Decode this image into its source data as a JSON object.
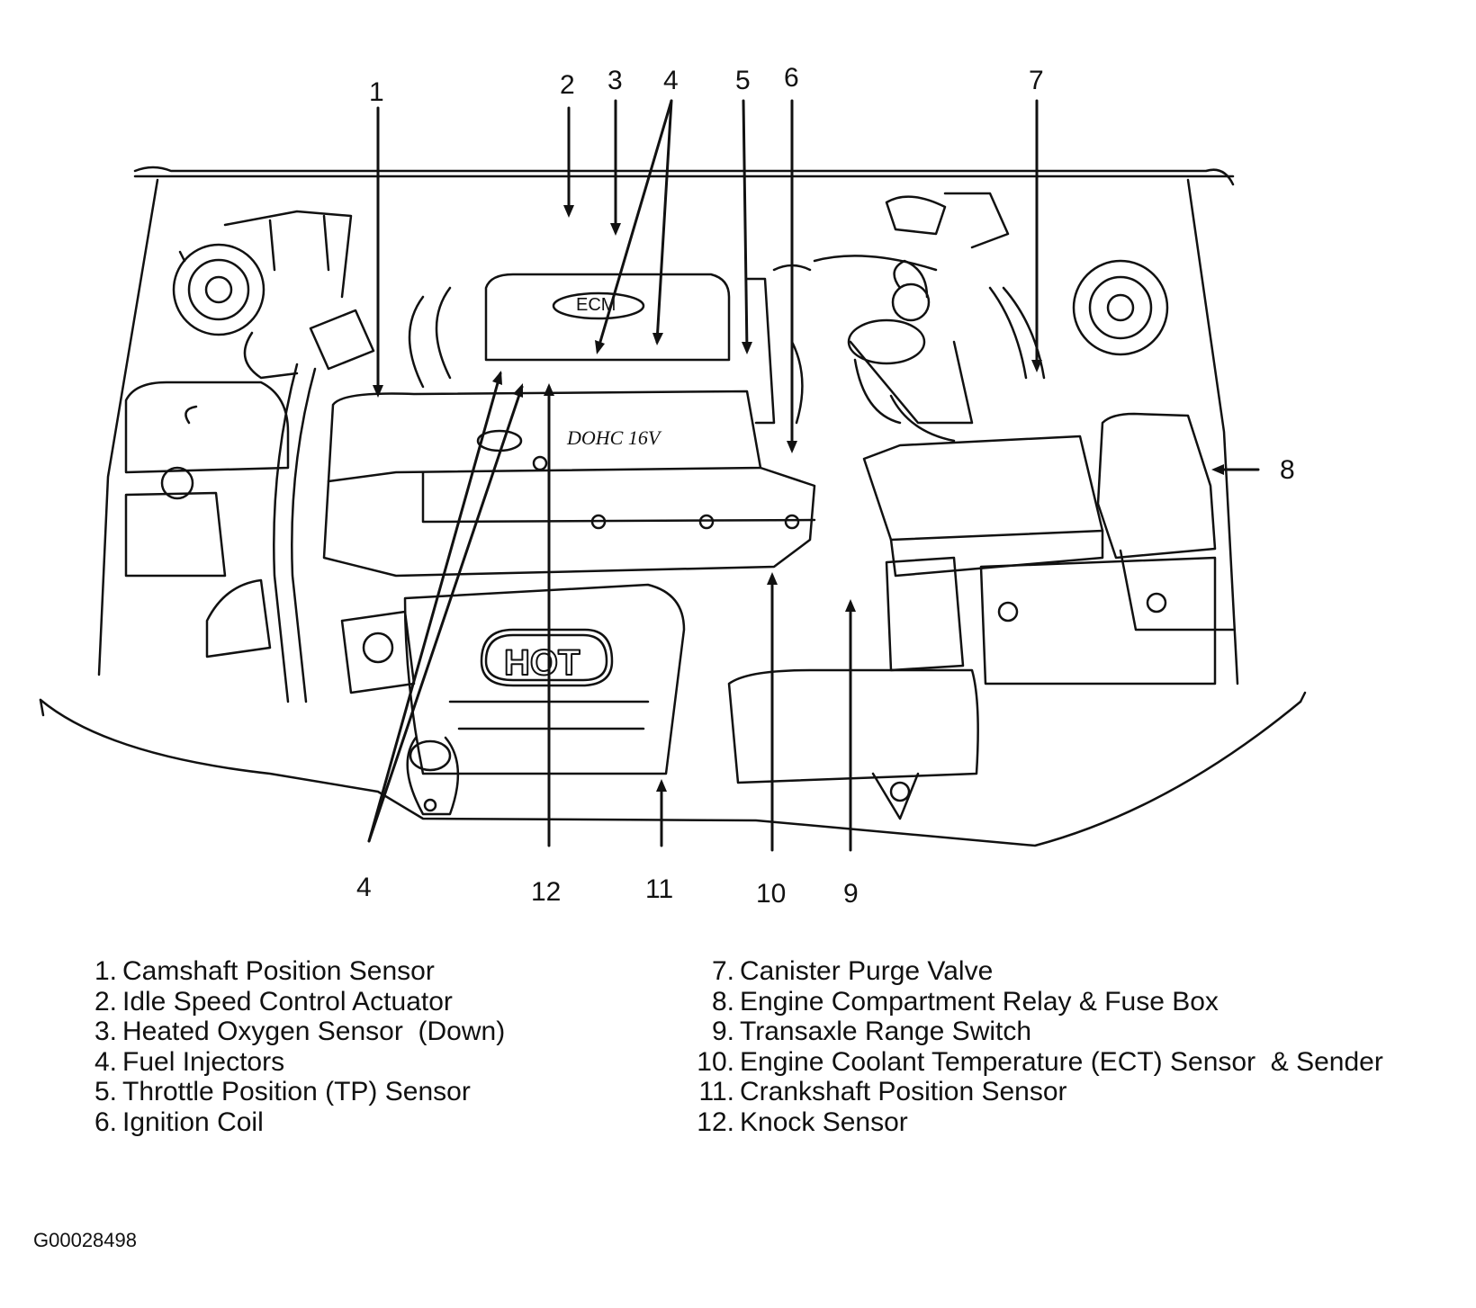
{
  "callouts": [
    "1",
    "2",
    "3",
    "4",
    "5",
    "6",
    "7",
    "8",
    "4",
    "12",
    "11",
    "10",
    "9"
  ],
  "legend_left": [
    {
      "num": "1.",
      "text": "Camshaft Position Sensor"
    },
    {
      "num": "2.",
      "text": "Idle Speed Control Actuator"
    },
    {
      "num": "3.",
      "text": "Heated Oxygen Sensor  (Down)"
    },
    {
      "num": "4.",
      "text": "Fuel Injectors"
    },
    {
      "num": "5.",
      "text": "Throttle Position (TP) Sensor"
    },
    {
      "num": "6.",
      "text": "Ignition Coil"
    }
  ],
  "legend_right": [
    {
      "num": "7.",
      "text": "Canister Purge Valve"
    },
    {
      "num": "8.",
      "text": "Engine Compartment Relay & Fuse Box"
    },
    {
      "num": "9.",
      "text": "Transaxle Range Switch"
    },
    {
      "num": "10.",
      "text": "Engine Coolant Temperature (ECT) Sensor  & Sender"
    },
    {
      "num": "11.",
      "text": "Crankshaft Position Sensor"
    },
    {
      "num": "12.",
      "text": "Knock Sensor"
    }
  ],
  "engine_labels": {
    "cover": "DOHC 16V",
    "manifold": "HOT",
    "ecu": "ECM"
  },
  "figure_id": "G00028498"
}
